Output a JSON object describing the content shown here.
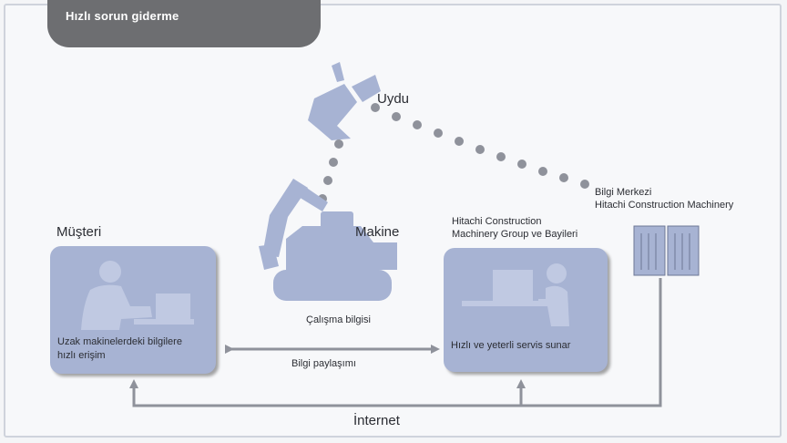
{
  "title": "Hızlı sorun giderme",
  "satellite_label": "Uydu",
  "customer": {
    "label": "Müşteri",
    "text_line1": "Uzak makinelerdeki bilgilere",
    "text_line2": "hızlı erişim"
  },
  "machine": {
    "label": "Makine",
    "caption": "Çalışma bilgisi"
  },
  "group": {
    "label_line1": "Hitachi Construction",
    "label_line2": "Machinery Group ve Bayileri",
    "text": "Hızlı ve yeterli servis sunar"
  },
  "info_center": {
    "label_line1": "Bilgi Merkezi",
    "label_line2": "Hitachi Construction Machinery"
  },
  "sharing_label": "Bilgi paylaşımı",
  "internet_label": "İnternet",
  "colors": {
    "panel": "#a7b3d3",
    "illustration": "#a7b3d3",
    "arrow": "#8f929b",
    "title_tab": "#6d6e71",
    "background": "#f4f5f7"
  }
}
